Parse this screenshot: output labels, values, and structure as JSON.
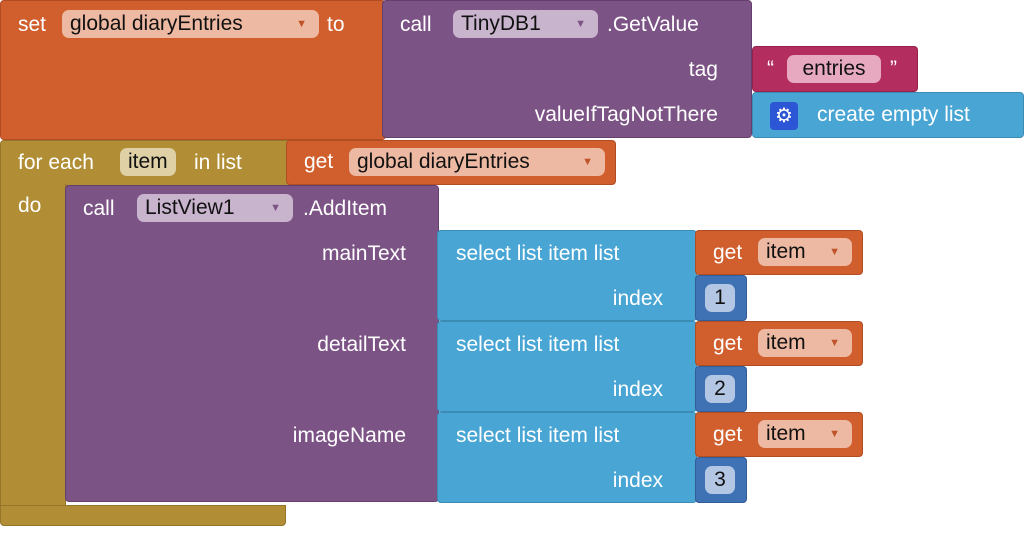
{
  "set_block": {
    "set": "set",
    "variable": "global diaryEntries",
    "to": "to"
  },
  "tinydb_call": {
    "call": "call",
    "component": "TinyDB1",
    "method": ".GetValue",
    "tag_label": "tag",
    "default_label": "valueIfTagNotThere"
  },
  "text_block": {
    "open_quote": "“",
    "value": "entries",
    "close_quote": "”"
  },
  "empty_list": {
    "label": "create empty list",
    "icon": "gear-icon"
  },
  "for_each": {
    "for_each": "for each",
    "var": "item",
    "in_list": "in list",
    "do": "do"
  },
  "get_global": {
    "get": "get",
    "variable": "global diaryEntries"
  },
  "listview_call": {
    "call": "call",
    "component": "ListView1",
    "method": ".AddItem",
    "params": [
      "mainText",
      "detailText",
      "imageName"
    ]
  },
  "select_blocks": [
    {
      "label": "select list item  list",
      "index_label": "index",
      "get": "get",
      "var": "item",
      "index": "1"
    },
    {
      "label": "select list item  list",
      "index_label": "index",
      "get": "get",
      "var": "item",
      "index": "2"
    },
    {
      "label": "select list item  list",
      "index_label": "index",
      "get": "get",
      "var": "item",
      "index": "3"
    }
  ],
  "colors": {
    "orange": "#D05F2D",
    "purple": "#7C5385",
    "olive": "#B18E35",
    "blue": "#49A6D4",
    "magenta": "#B32D5E",
    "number": "#3F71B5"
  }
}
